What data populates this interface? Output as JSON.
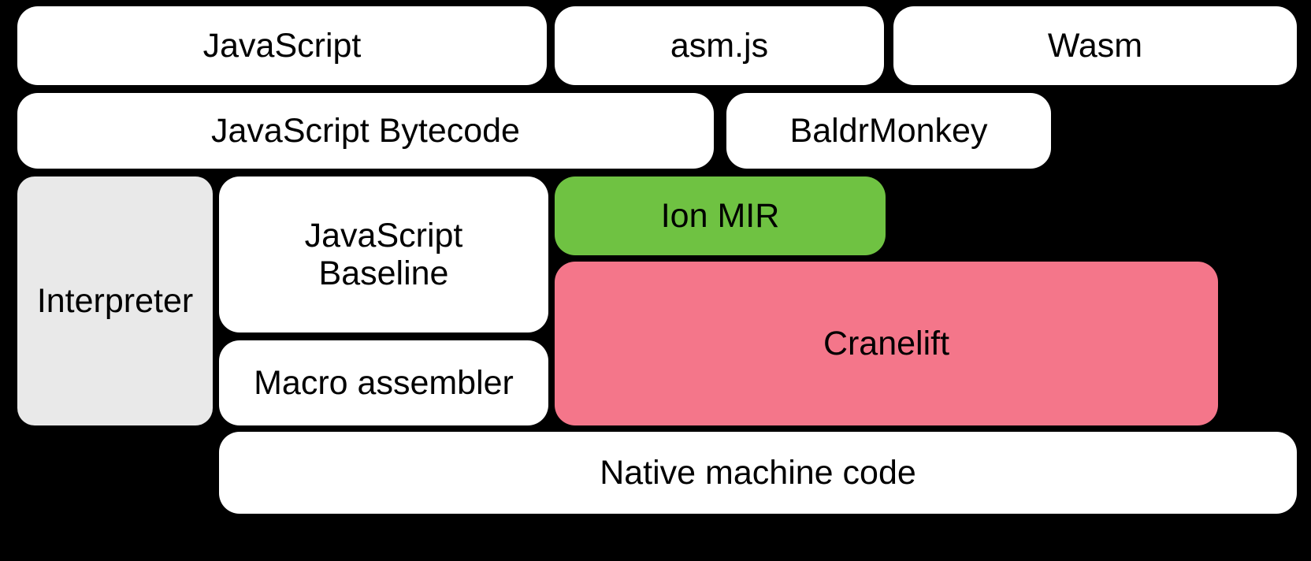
{
  "diagram": {
    "title": "SpiderMonkey compiler pipeline stack",
    "background_color": "#000000",
    "palette": {
      "white": "#ffffff",
      "grey": "#e9e9e9",
      "green": "#6fc242",
      "pink": "#f4768a",
      "text": "#000000"
    },
    "rows": [
      {
        "name": "source-languages",
        "nodes": [
          {
            "id": "javascript",
            "label": "JavaScript",
            "color": "#ffffff"
          },
          {
            "id": "asmjs",
            "label": "asm.js",
            "color": "#ffffff"
          },
          {
            "id": "wasm",
            "label": "Wasm",
            "color": "#ffffff"
          }
        ]
      },
      {
        "name": "intermediate-formats",
        "nodes": [
          {
            "id": "js_bytecode",
            "label": "JavaScript Bytecode",
            "color": "#ffffff"
          },
          {
            "id": "baldrmonkey",
            "label": "BaldrMonkey",
            "color": "#ffffff"
          }
        ]
      },
      {
        "name": "execution-tiers",
        "nodes": [
          {
            "id": "interpreter",
            "label": "Interpreter",
            "color": "#e9e9e9"
          },
          {
            "id": "js_baseline",
            "label": "JavaScript\nBaseline",
            "color": "#ffffff"
          },
          {
            "id": "macro_assembler",
            "label": "Macro assembler",
            "color": "#ffffff"
          },
          {
            "id": "ion_mir",
            "label": "Ion MIR",
            "color": "#6fc242"
          },
          {
            "id": "cranelift",
            "label": "Cranelift",
            "color": "#f4768a"
          }
        ]
      },
      {
        "name": "output",
        "nodes": [
          {
            "id": "native_code",
            "label": "Native machine code",
            "color": "#ffffff"
          }
        ]
      }
    ],
    "labels": {
      "javascript": "JavaScript",
      "asmjs": "asm.js",
      "wasm": "Wasm",
      "js_bytecode": "JavaScript Bytecode",
      "baldrmonkey": "BaldrMonkey",
      "interpreter": "Interpreter",
      "js_baseline": "JavaScript\nBaseline",
      "macro_assembler": "Macro assembler",
      "ion_mir": "Ion MIR",
      "cranelift": "Cranelift",
      "native_code": "Native machine code"
    }
  }
}
